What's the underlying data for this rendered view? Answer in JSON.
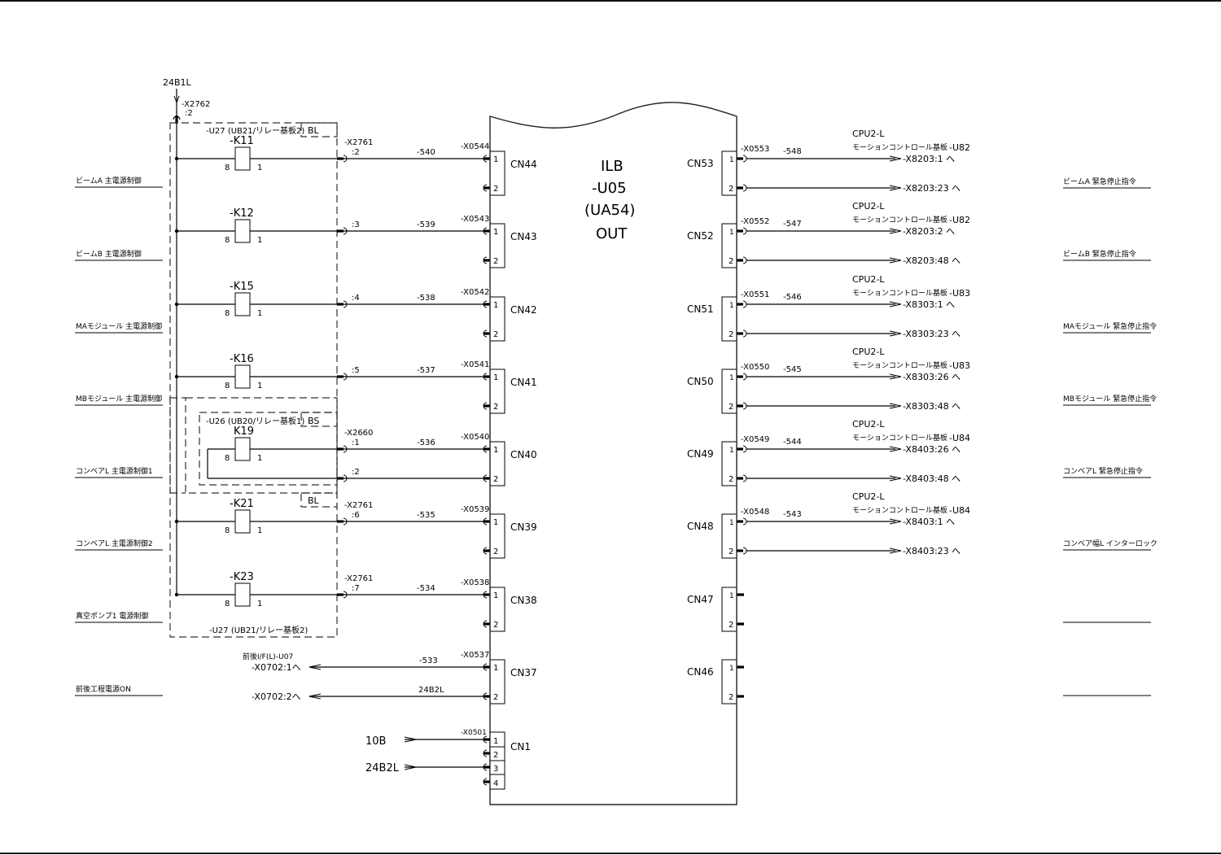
{
  "supply": {
    "label": "24B1L",
    "terminal": "-X2762",
    "terminal_pin": ":2"
  },
  "relay_board_u27": {
    "label": "-U27 (UB21/リレー基板2)",
    "tag": "BL",
    "bottom_label": "-U27 (UB21/リレー基板2)"
  },
  "relay_board_u26": {
    "label": "-U26 (UB20/リレー基板1)",
    "tag": "BS"
  },
  "relay_board_u27b": {
    "tag": "BL"
  },
  "board": {
    "name": "ILB",
    "id": "-U05",
    "sub": "(UA54)",
    "io": "OUT"
  },
  "left_rows": [
    {
      "signal": "ビームA 主電源制御",
      "relay": "-K11",
      "pin_in": "8",
      "pin_out": "1",
      "terminal": "-X2761",
      "terminal_pin": ":2",
      "wire": "-540",
      "plug": "-X0544",
      "connector": "CN44"
    },
    {
      "signal": "ビームB 主電源制御",
      "relay": "-K12",
      "pin_in": "8",
      "pin_out": "1",
      "terminal": "",
      "terminal_pin": ":3",
      "wire": "-539",
      "plug": "-X0543",
      "connector": "CN43"
    },
    {
      "signal": "MAモジュール 主電源制御",
      "relay": "-K15",
      "pin_in": "8",
      "pin_out": "1",
      "terminal": "",
      "terminal_pin": ":4",
      "wire": "-538",
      "plug": "-X0542",
      "connector": "CN42"
    },
    {
      "signal": "MBモジュール 主電源制御",
      "relay": "-K16",
      "pin_in": "8",
      "pin_out": "1",
      "terminal": "",
      "terminal_pin": ":5",
      "wire": "-537",
      "plug": "-X0541",
      "connector": "CN41"
    },
    {
      "signal": "コンベアL 主電源制御1",
      "relay": "K19",
      "pin_in": "8",
      "pin_out": "1",
      "terminal": "-X2660",
      "terminal_pin": ":1",
      "terminal_pin2": ":2",
      "wire": "-536",
      "plug": "-X0540",
      "connector": "CN40"
    },
    {
      "signal": "コンベアL 主電源制御2",
      "relay": "-K21",
      "pin_in": "8",
      "pin_out": "1",
      "terminal": "-X2761",
      "terminal_pin": ":6",
      "wire": "-535",
      "plug": "-X0539",
      "connector": "CN39"
    },
    {
      "signal": "真空ポンプ1 電源制御",
      "relay": "-K23",
      "pin_in": "8",
      "pin_out": "1",
      "terminal": "-X2761",
      "terminal_pin": ":7",
      "wire": "-534",
      "plug": "-X0538",
      "connector": "CN38"
    },
    {
      "signal": "前後工程電源ON",
      "connector": "CN37",
      "plug": "-X0537",
      "wire": "-533",
      "wire2": "24B2L",
      "dest_title": "前後I/F(L)-U07",
      "dest1": "-X0702:1へ",
      "dest2": "-X0702:2へ"
    }
  ],
  "cn1": {
    "connector": "CN1",
    "plug": "-X0501",
    "pins": [
      "1",
      "2",
      "3",
      "4"
    ],
    "input1": "10B",
    "input3": "24B2L"
  },
  "right_rows": [
    {
      "connector": "CN53",
      "plug": "-X0553",
      "wire": "-548",
      "dest_cpu": "CPU2-L",
      "dest_board": "モーションコントロール基板",
      "dest_unit": "-U82",
      "dest1": "-X8203:1 へ",
      "dest2": "-X8203:23 へ",
      "signal": "ビームA 緊急停止指令"
    },
    {
      "connector": "CN52",
      "plug": "-X0552",
      "wire": "-547",
      "dest_cpu": "CPU2-L",
      "dest_board": "モーションコントロール基板",
      "dest_unit": "-U82",
      "dest1": "-X8203:2 へ",
      "dest2": "-X8203:48 へ",
      "signal": "ビームB 緊急停止指令"
    },
    {
      "connector": "CN51",
      "plug": "-X0551",
      "wire": "-546",
      "dest_cpu": "CPU2-L",
      "dest_board": "モーションコントロール基板",
      "dest_unit": "-U83",
      "dest1": "-X8303:1 へ",
      "dest2": "-X8303:23 へ",
      "signal": "MAモジュール 緊急停止指令"
    },
    {
      "connector": "CN50",
      "plug": "-X0550",
      "wire": "-545",
      "dest_cpu": "CPU2-L",
      "dest_board": "モーションコントロール基板",
      "dest_unit": "-U83",
      "dest1": "-X8303:26 へ",
      "dest2": "-X8303:48 へ",
      "signal": "MBモジュール 緊急停止指令"
    },
    {
      "connector": "CN49",
      "plug": "-X0549",
      "wire": "-544",
      "dest_cpu": "CPU2-L",
      "dest_board": "モーションコントロール基板",
      "dest_unit": "-U84",
      "dest1": "-X8403:26 へ",
      "dest2": "-X8403:48 へ",
      "signal": "コンベアL 緊急停止指令"
    },
    {
      "connector": "CN48",
      "plug": "-X0548",
      "wire": "-543",
      "dest_cpu": "CPU2-L",
      "dest_board": "モーションコントロール基板",
      "dest_unit": "-U84",
      "dest1": "-X8403:1 へ",
      "dest2": "-X8403:23 へ",
      "signal": "コンベア幅L インターロック"
    },
    {
      "connector": "CN47",
      "signal": ""
    },
    {
      "connector": "CN46",
      "signal": ""
    }
  ],
  "pin_labels": [
    "1",
    "2"
  ]
}
